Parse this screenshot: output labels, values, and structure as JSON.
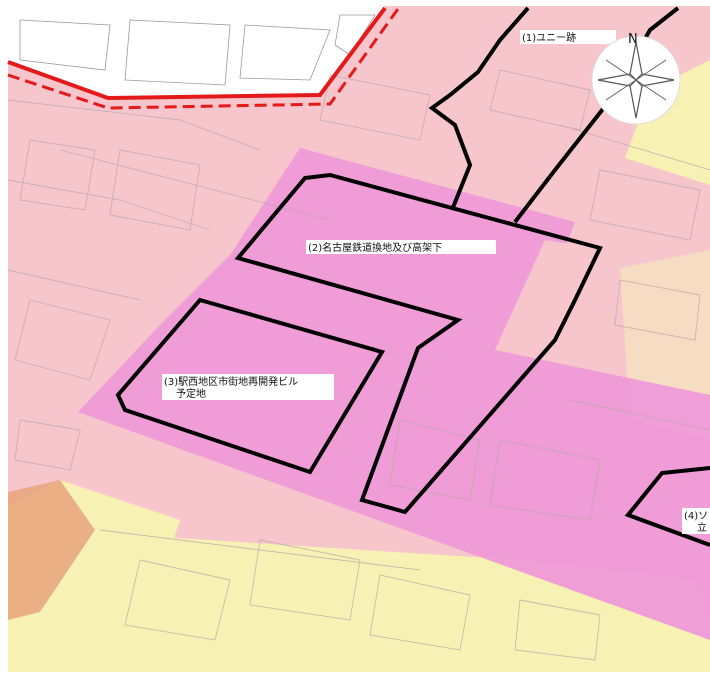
{
  "labels": {
    "site_1": "(1)ユニー跡",
    "site_2": "(2)名古屋鉄道換地及び高架下",
    "site_3_line1": "(3)駅西地区市街地再開発ビル",
    "site_3_line2": "予定地",
    "site_4_line1": "(4)ソ",
    "site_4_line2": "立"
  },
  "compass": {
    "north_label": "N"
  },
  "colors": {
    "commercial_pink": "#f6c6cc",
    "redevelopment_magenta": "#ee98d8",
    "residential_yellow": "#f7f2b4",
    "orange_zone": "#e9a37e",
    "building_lines": "#b9a7ab",
    "boundary_black": "#000000",
    "boundary_red": "#e41a1a"
  }
}
